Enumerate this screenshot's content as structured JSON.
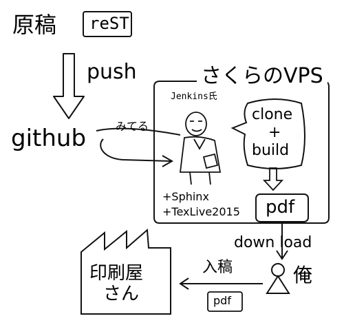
{
  "diagram": {
    "manuscript": "原稿",
    "format_box": "reST",
    "push_label": "push",
    "github_label": "github",
    "watch_label": "みてる",
    "vps_title": "さくらのVPS",
    "jenkins_label": "Jenkins氏",
    "bubble_line1": "clone",
    "bubble_line2": "+",
    "bubble_line3": "build",
    "sphinx_label": "+Sphinx",
    "texlive_label": "+TexLive2015",
    "pdf_output": "pdf",
    "download_label": "down load",
    "me_label": "俺",
    "submit_label": "入稿",
    "pdf_doc": "pdf",
    "printer_line1": "印刷屋",
    "printer_line2": "さん"
  },
  "icons": [
    "jenkins-butler-icon",
    "person-icon",
    "factory-icon",
    "speech-bubble-icon"
  ]
}
